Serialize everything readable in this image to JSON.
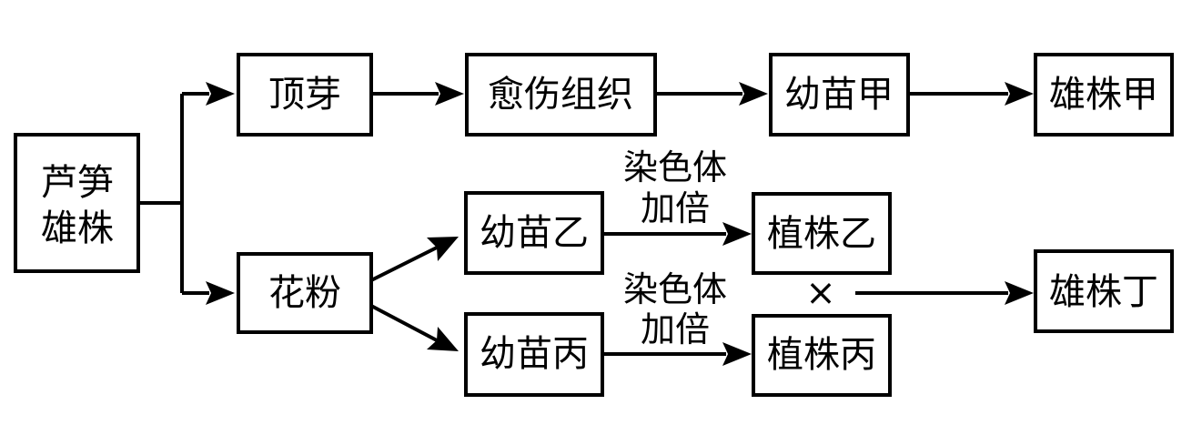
{
  "nodes": {
    "asparagus_male": {
      "line1": "芦笋",
      "line2": "雄株"
    },
    "terminal_bud": {
      "label": "顶芽"
    },
    "callus": {
      "label": "愈伤组织"
    },
    "seedling_a": {
      "label": "幼苗甲"
    },
    "male_a": {
      "label": "雄株甲"
    },
    "pollen": {
      "label": "花粉"
    },
    "seedling_b": {
      "label": "幼苗乙"
    },
    "seedling_c": {
      "label": "幼苗丙"
    },
    "plant_b": {
      "label": "植株乙"
    },
    "plant_c": {
      "label": "植株丙"
    },
    "male_d": {
      "label": "雄株丁"
    }
  },
  "edge_labels": {
    "doubling_b": {
      "line1": "染色体",
      "line2": "加倍"
    },
    "doubling_c": {
      "line1": "染色体",
      "line2": "加倍"
    }
  },
  "cross_symbol": "×"
}
